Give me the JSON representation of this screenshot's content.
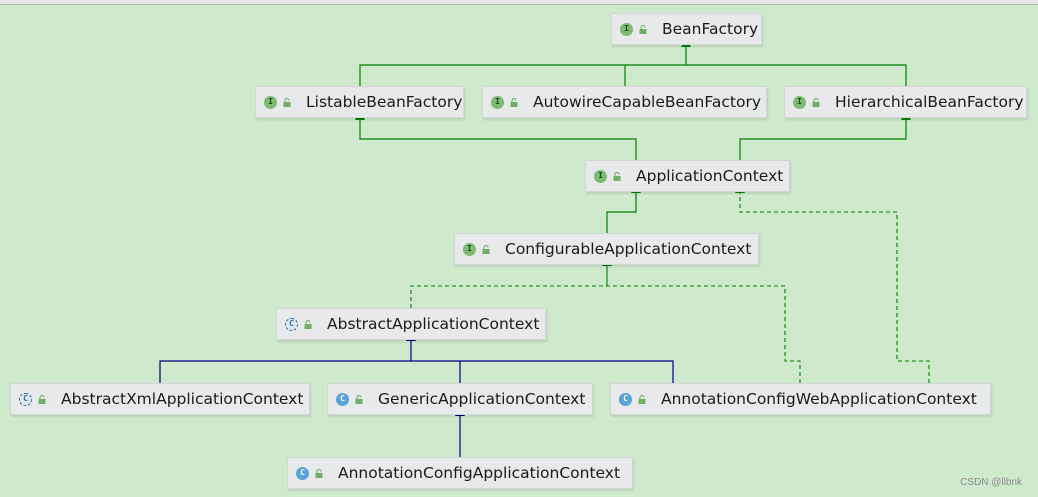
{
  "colors": {
    "background": "#cfe9cd",
    "interface_edge": "#008000",
    "class_edge": "#000080",
    "interface_badge": "#7dbb72",
    "class_badge": "#5aa4d9"
  },
  "nodes": {
    "bean_factory": {
      "label": "BeanFactory",
      "badge": "I",
      "kind": "interface"
    },
    "listable_bean_factory": {
      "label": "ListableBeanFactory",
      "badge": "I",
      "kind": "interface"
    },
    "autowire_capable_bean_factory": {
      "label": "AutowireCapableBeanFactory",
      "badge": "I",
      "kind": "interface"
    },
    "hierarchical_bean_factory": {
      "label": "HierarchicalBeanFactory",
      "badge": "I",
      "kind": "interface"
    },
    "application_context": {
      "label": "ApplicationContext",
      "badge": "I",
      "kind": "interface"
    },
    "configurable_application_context": {
      "label": "ConfigurableApplicationContext",
      "badge": "I",
      "kind": "interface"
    },
    "abstract_application_context": {
      "label": "AbstractApplicationContext",
      "badge": "C",
      "kind": "abstract-class"
    },
    "abstract_xml_application_context": {
      "label": "AbstractXmlApplicationContext",
      "badge": "C",
      "kind": "abstract-class"
    },
    "generic_application_context": {
      "label": "GenericApplicationContext",
      "badge": "C",
      "kind": "class"
    },
    "annotation_config_web_application_context": {
      "label": "AnnotationConfigWebApplicationContext",
      "badge": "C",
      "kind": "class"
    },
    "annotation_config_application_context": {
      "label": "AnnotationConfigApplicationContext",
      "badge": "C",
      "kind": "class"
    }
  },
  "watermark": "CSDN @llbnk"
}
